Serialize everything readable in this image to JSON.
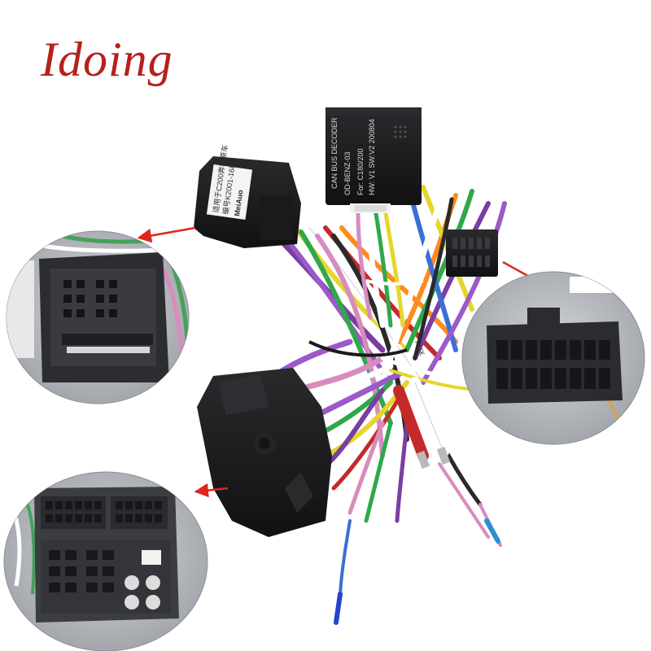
{
  "brand": {
    "text": "Idoing",
    "color": "#b5211d"
  },
  "decoder_box": {
    "title": "CAN BUS DECODER",
    "model": "OD-BENZ-03",
    "fitment": "For: C180/200",
    "version": "HW: V1  SW:V2  200804"
  },
  "main_connector": {
    "label_line1": "适用于C200奔驰原车",
    "label_line2": "编号K2001-168",
    "label_line3": "MeiAuo"
  },
  "harness": {
    "aux_label": "AUX"
  },
  "colors": {
    "arrow": "#e0241b",
    "connector_body": "#1c1c1e",
    "inset_bg": "#bdbfc3"
  },
  "icons": [
    "arrow-right-icon",
    "arrow-left-icon"
  ]
}
